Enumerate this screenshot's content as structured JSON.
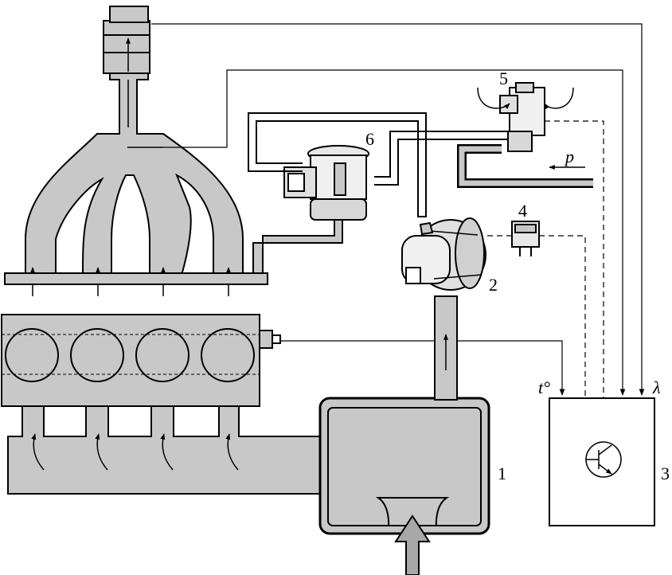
{
  "diagram": {
    "labels": {
      "air_filter": "1",
      "air_pump": "2",
      "control_unit": "3",
      "relay": "4",
      "solenoid_valve": "5",
      "combination_valve": "6"
    },
    "symbols": {
      "pressure": "p",
      "temperature": "t°",
      "lambda": "λ"
    },
    "colors": {
      "pipe_fill": "#c8c8c8",
      "pipe_stroke": "#000000",
      "background": "#ffffff"
    },
    "icons": [
      "transistor-icon",
      "arrow-icon"
    ]
  }
}
